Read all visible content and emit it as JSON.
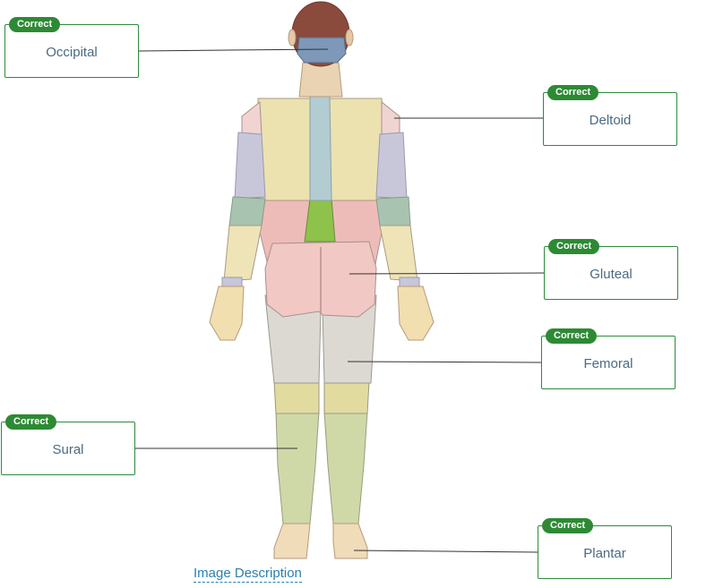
{
  "badge_text": "Correct",
  "labels": {
    "occipital": "Occipital",
    "deltoid": "Deltoid",
    "gluteal": "Gluteal",
    "femoral": "Femoral",
    "sural": "Sural",
    "plantar": "Plantar"
  },
  "image_description_link": "Image Description",
  "colors": {
    "badge_green": "#2d8a34",
    "box_border": "#2e8a3c",
    "label_text": "#4a6a82",
    "link": "#2a7fae"
  }
}
